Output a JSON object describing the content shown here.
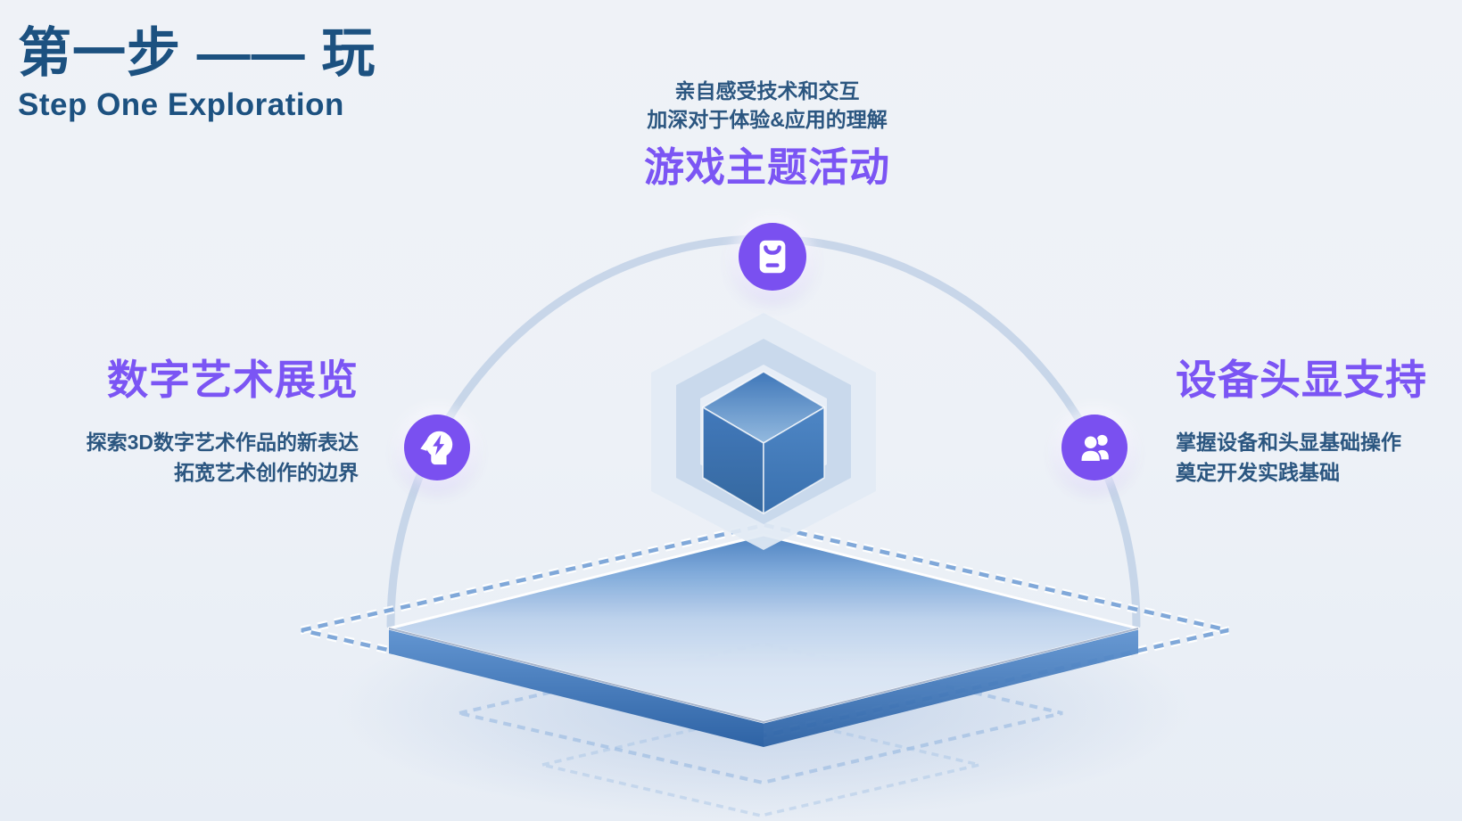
{
  "slide": {
    "title": "第一步 —— 玩",
    "subtitle": "Step One Exploration"
  },
  "nodes": {
    "top": {
      "icon": "game-bag-icon",
      "description": [
        "亲自感受技术和交互",
        "加深对于体验&应用的理解"
      ],
      "heading": "游戏主题活动"
    },
    "left": {
      "icon": "creative-mind-icon",
      "heading": "数字艺术展览",
      "description": [
        "探索3D数字艺术作品的新表达",
        "拓宽艺术创作的边界"
      ]
    },
    "right": {
      "icon": "team-users-icon",
      "heading": "设备头显支持",
      "description": [
        "掌握设备和头显基础操作",
        "奠定开发实践基础"
      ]
    }
  },
  "theme": {
    "background": "#eef2f7",
    "title_color": "#1c5180",
    "body_text_color": "#2b5680",
    "accent_purple": "#7b55f4",
    "icon_circle_purple": "#7a50f0",
    "cube_blue": "#3f7abc",
    "platform_blue": "#4c82c2",
    "arc_color": "#c5d4e8",
    "dashed_line_blue": "#79a3d7",
    "hexagon_light": "#e2eaf4",
    "hexagon_mid": "#c9d9ec"
  }
}
